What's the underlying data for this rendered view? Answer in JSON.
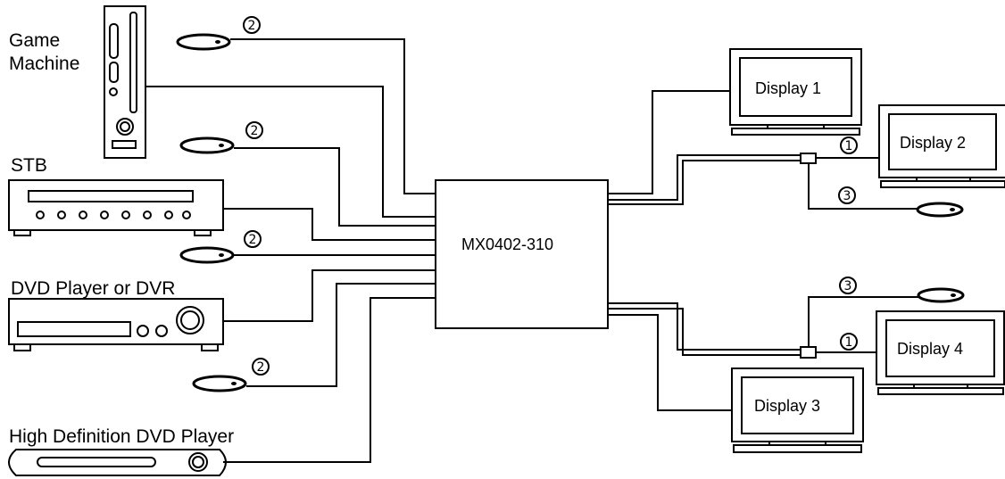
{
  "switcher": {
    "label": "MX0402-310"
  },
  "sources": {
    "game": {
      "label": [
        "Game",
        "Machine"
      ]
    },
    "stb": {
      "label": "STB"
    },
    "dvd": {
      "label": "DVD Player or DVR"
    },
    "hd_dvd": {
      "label": "High Definition DVD Player"
    }
  },
  "displays": [
    {
      "label": "Display 1"
    },
    {
      "label": "Display 2"
    },
    {
      "label": "Display 3"
    },
    {
      "label": "Display 4"
    }
  ],
  "markers": {
    "one": "①",
    "two": "②",
    "three": "③"
  },
  "colors": {
    "ink": "#000000",
    "background": "#ffffff"
  }
}
